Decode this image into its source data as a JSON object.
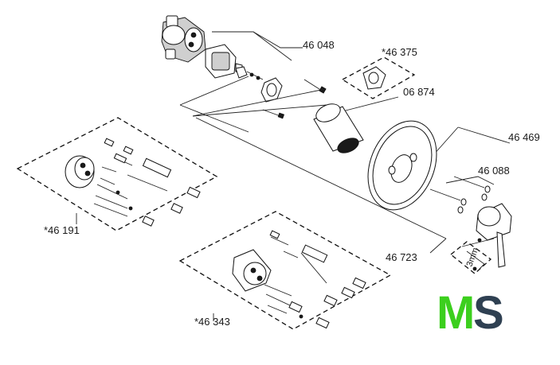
{
  "part_labels": {
    "p46048": "46 048",
    "p46375": "*46 375",
    "p06874": "06 874",
    "p46469": "46 469",
    "p46088": "46 088",
    "p46191": "*46 191",
    "p46723": "46 723",
    "p46343": "*46 343",
    "tool": "3mm"
  },
  "logo": {
    "letter1": "M",
    "letter2": "S",
    "color1": "#3ccf1e",
    "color2": "#2f4052"
  }
}
